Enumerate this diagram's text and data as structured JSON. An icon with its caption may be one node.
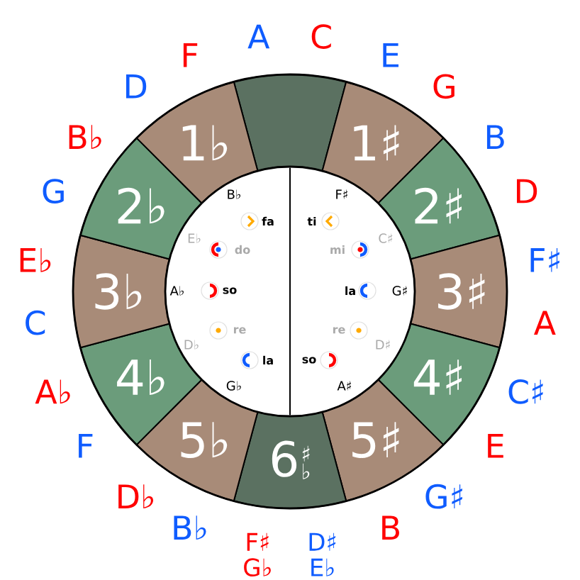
{
  "diagram": {
    "nodes": [
      {
        "text": [],
        "shape": "band"
      },
      {
        "text": [
          "1♯"
        ]
      },
      {
        "text": [
          "2♯"
        ]
      },
      {
        "text": [
          "3♯"
        ]
      },
      {
        "text": [
          "4♯"
        ]
      },
      {
        "text": [
          "5♯"
        ]
      },
      {
        "text": [
          "6",
          "♯",
          "♭"
        ]
      },
      {
        "text": [
          "5♭"
        ]
      },
      {
        "text": [
          "4♭"
        ]
      },
      {
        "text": [
          "3♭"
        ]
      },
      {
        "text": [
          "2♭"
        ]
      },
      {
        "text": [
          "1♭"
        ]
      }
    ],
    "edges": [],
    "labels": [
      "A",
      "C",
      "E",
      "G",
      "B",
      "D",
      "F♯",
      "A",
      "C♯",
      "E",
      "G♯",
      "B",
      "D♯",
      "E♭",
      "F♯",
      "G♭",
      "B♭",
      "D♭",
      "F",
      "A♭",
      "C",
      "E♭",
      "G",
      "B♭",
      "D",
      "F",
      "B♭",
      "fa",
      "E♭",
      "do",
      "A♭",
      "so",
      "re",
      "D♭",
      "la",
      "G♭",
      "F♯",
      "ti",
      "C♯",
      "mi",
      "la",
      "G♯",
      "re",
      "D♯",
      "so",
      "A♯"
    ]
  }
}
